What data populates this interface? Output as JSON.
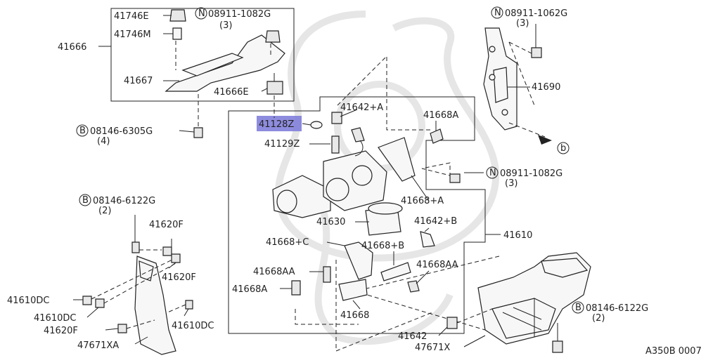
{
  "diagram_id": "A350B 0007",
  "highlight_label": "41128Z",
  "labels": {
    "l41746E": "41746E",
    "l41746M": "41746M",
    "l41666": "41666",
    "l41667": "41667",
    "l41666E": "41666E",
    "lN1082a": "08911-1082G",
    "lN1082a_q": "(3)",
    "lB6305": "08146-6305G",
    "lB6305_q": "(4)",
    "lN1062": "08911-1062G",
    "lN1062_q": "(3)",
    "l41690": "41690",
    "lb": "b",
    "l41642A": "41642+A",
    "l41668A_top": "41668A",
    "l41129Z": "41129Z",
    "lN1082b": "08911-1082G",
    "lN1082b_q": "(3)",
    "l41668pA": "41668+A",
    "l41630": "41630",
    "l41642B": "41642+B",
    "l41610": "41610",
    "l41668C": "41668+C",
    "l41668B": "41668+B",
    "l41668AA_l": "41668AA",
    "l41668AA_r": "41668AA",
    "l41668A_low": "41668A",
    "l41668": "41668",
    "lB6122a": "08146-6122G",
    "lB6122a_q": "(2)",
    "l41620F_a": "41620F",
    "l41620F_b": "41620F",
    "l41610DC_a": "41610DC",
    "l41610DC_b": "41610DC",
    "l41610DC_c": "41610DC",
    "l41620F_c": "41620F",
    "l47671XA": "47671XA",
    "l41642": "41642",
    "l47671X": "47671X",
    "lB6122b": "08146-6122G",
    "lB6122b_q": "(2)"
  }
}
